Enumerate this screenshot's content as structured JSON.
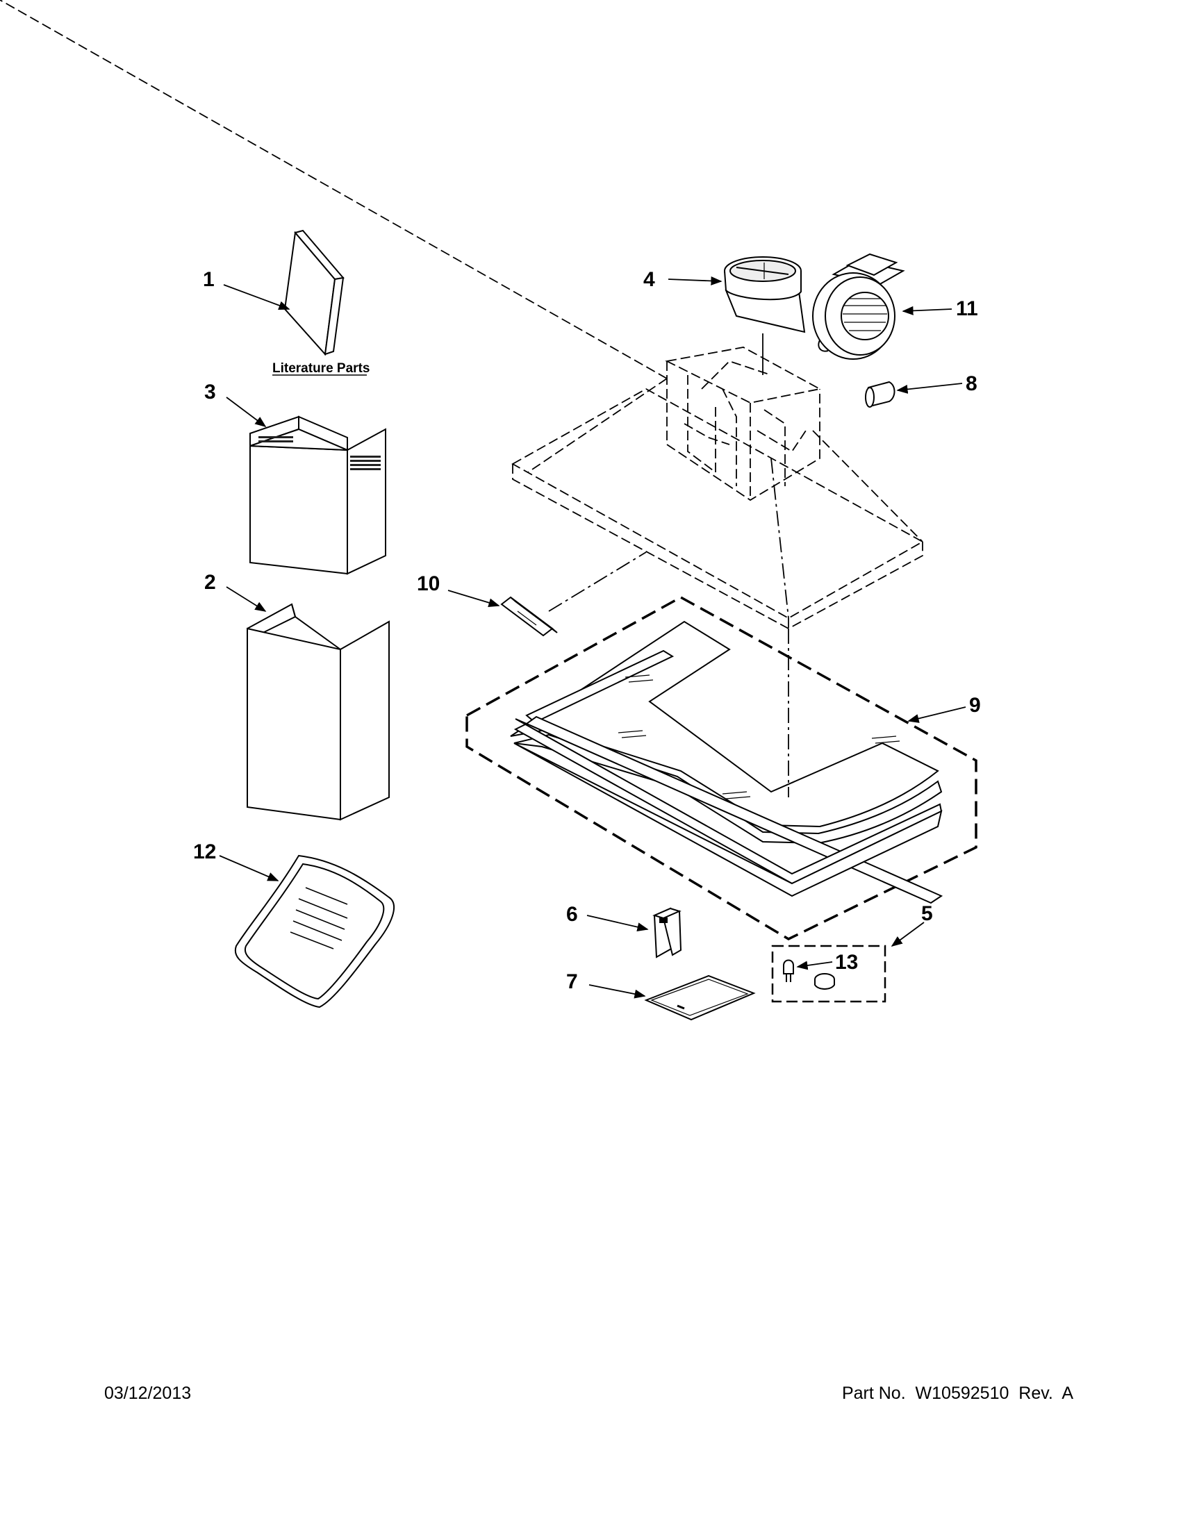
{
  "callouts": {
    "c1": "1",
    "c2": "2",
    "c3": "3",
    "c4": "4",
    "c5": "5",
    "c6": "6",
    "c7": "7",
    "c8": "8",
    "c9": "9",
    "c10": "10",
    "c11": "11",
    "c12": "12",
    "c13": "13"
  },
  "literature_label": "Literature Parts",
  "footer": {
    "date": "03/12/2013",
    "part": "Part No.  W10592510  Rev.  A"
  }
}
